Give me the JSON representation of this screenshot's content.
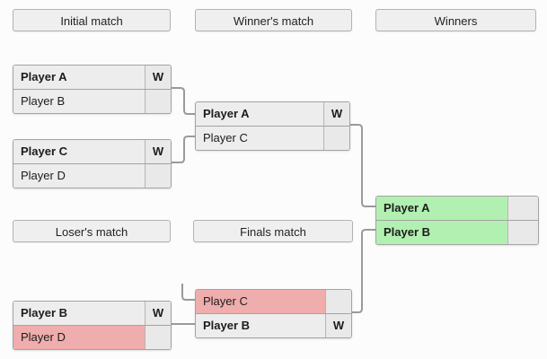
{
  "headers": {
    "initial": "Initial match",
    "winners_match": "Winner's match",
    "winners": "Winners",
    "losers_match": "Loser's match",
    "finals_match": "Finals match"
  },
  "matches": {
    "initial_1": {
      "rows": [
        {
          "name": "Player A",
          "tag": "W"
        },
        {
          "name": "Player B",
          "tag": ""
        }
      ]
    },
    "initial_2": {
      "rows": [
        {
          "name": "Player C",
          "tag": "W"
        },
        {
          "name": "Player D",
          "tag": ""
        }
      ]
    },
    "winners_match": {
      "rows": [
        {
          "name": "Player A",
          "tag": "W"
        },
        {
          "name": "Player C",
          "tag": ""
        }
      ]
    },
    "winners": {
      "rows": [
        {
          "name": "Player A",
          "tag": ""
        },
        {
          "name": "Player B",
          "tag": ""
        }
      ]
    },
    "losers_match": {
      "rows": [
        {
          "name": "Player B",
          "tag": "W"
        },
        {
          "name": "Player D",
          "tag": ""
        }
      ]
    },
    "finals_match": {
      "rows": [
        {
          "name": "Player C",
          "tag": ""
        },
        {
          "name": "Player B",
          "tag": "W"
        }
      ]
    }
  },
  "colors": {
    "winner_green": "#b2f0b2",
    "loser_pink": "#efadad",
    "connector": "#9a9a9a",
    "box_border": "#a3a3a3",
    "row_bg": "#ededed"
  }
}
